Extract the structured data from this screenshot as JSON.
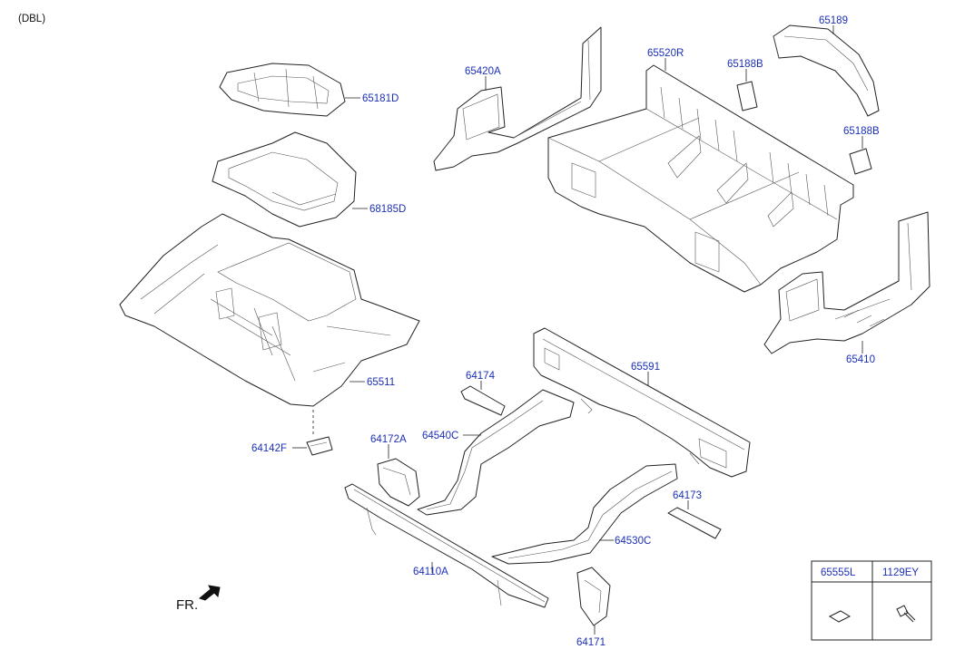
{
  "variant_note": "(DBL)",
  "direction_label": "FR.",
  "callouts": {
    "p65181D": "65181D",
    "p68185D": "68185D",
    "p65511": "65511",
    "p64142F": "64142F",
    "p65420A": "65420A",
    "p65520R": "65520R",
    "p65188B_top": "65188B",
    "p65188B_right": "65188B",
    "p65189": "65189",
    "p65410": "65410",
    "p64174": "64174",
    "p65591": "65591",
    "p64540C": "64540C",
    "p64172A": "64172A",
    "p64173": "64173",
    "p64530C": "64530C",
    "p64110A": "64110A",
    "p64171": "64171"
  },
  "parts_table": {
    "headers": [
      "65555L",
      "1129EY"
    ],
    "icons": [
      "plug-icon",
      "bolt-icon"
    ]
  }
}
